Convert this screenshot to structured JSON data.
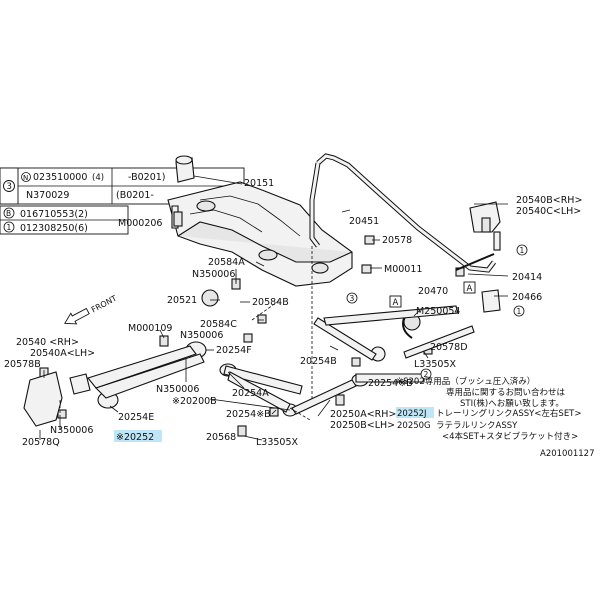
{
  "legend": {
    "symbol_3": "3",
    "symbol_n": "N",
    "symbol_b": "B",
    "symbol_1": "1",
    "row1_part": "023510000",
    "row1_qty": "(4)",
    "row1_range": "-B0201)",
    "row2_part": "N370029",
    "row2_range": "(B0201-",
    "row3_part": "016710553(2)",
    "row4_part": "012308250(6)"
  },
  "labels": {
    "p20151": "20151",
    "p20451": "20451",
    "p20540b": "20540B<RH>",
    "p20540c": "20540C<LH>",
    "m000206": "M000206",
    "p20578_top": "20578",
    "p20584a": "20584A",
    "n350006_a": "N350006",
    "m00011": "M00011",
    "p20414": "20414",
    "p20521": "20521",
    "p20584b": "20584B",
    "p20470": "20470",
    "p20466": "20466",
    "m250054": "M250054",
    "m000109": "M000109",
    "p20584c": "20584C",
    "n350006_b": "N350006",
    "p20540": "20540 <RH>",
    "p20540a": "20540A<LH>",
    "p20254f": "20254F",
    "p20578d": "20578D",
    "l33505x_a": "L33505X",
    "p20578b": "20578B",
    "n350006_c": "N350006",
    "p20254b_a": "20254B",
    "p20254a": "20254A",
    "p20254xb_a": "20254※B",
    "p20200b": "※20200B",
    "p20254e": "20254E",
    "n350006_d": "N350006",
    "p20254xb_b": "20254※B",
    "p20250a": "20250A<RH>",
    "p20250b": "20250B<LH>",
    "p20568": "20568",
    "l33505x_b": "L33505X",
    "p20578q": "20578Q",
    "p20252": "※20252",
    "box_a1": "A",
    "box_a2": "A",
    "front": "FRONT",
    "circle_1a": "1",
    "circle_1b": "1",
    "circle_3": "3",
    "circle_2": "2"
  },
  "note": {
    "line1": "※S202専用品（ブッシュ圧入済み）",
    "line2": "専用品に関するお問い合わせは",
    "line3": "STI(株)へお願い致します。",
    "row1_code": "20252J",
    "row1_text": "トレーリングリンクASSY<左右SET>",
    "row2_code": "20250G",
    "row2_text": "ラテラルリンクASSY",
    "row2_sub": "<4本SET+スタビブラケット付き>"
  },
  "footer": {
    "code": "A201001127"
  },
  "colors": {
    "highlight": "#bfe6f7",
    "line": "#111111",
    "background": "#ffffff"
  }
}
